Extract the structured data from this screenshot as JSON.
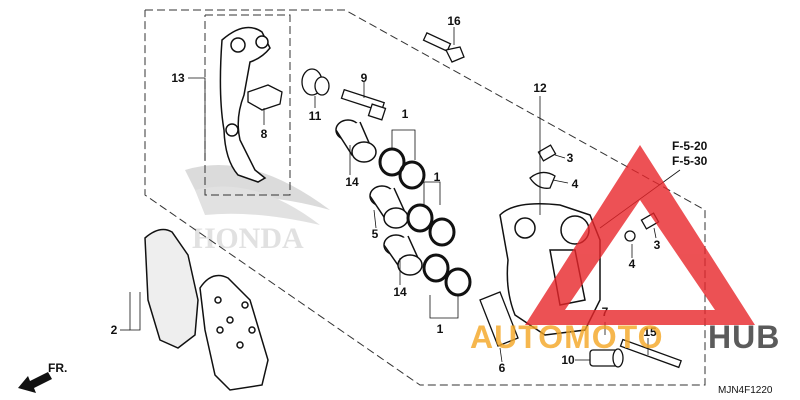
{
  "diagram": {
    "callouts": [
      "16",
      "13",
      "9",
      "8",
      "11",
      "1",
      "12",
      "14",
      "3",
      "4",
      "1",
      "5",
      "14",
      "3",
      "4",
      "2",
      "7",
      "15",
      "10",
      "1",
      "6"
    ],
    "refs": [
      "F-5-20",
      "F-5-30"
    ],
    "front_marker": "FR.",
    "code": "MJN4F1220",
    "watermark_text": "HONDA",
    "logo": {
      "prefix": "AUTOMOTO",
      "suffix": "HUB",
      "color_prefix": "#f5a623",
      "color_suffix": "#333333",
      "triangle_color": "#e8262a"
    }
  }
}
